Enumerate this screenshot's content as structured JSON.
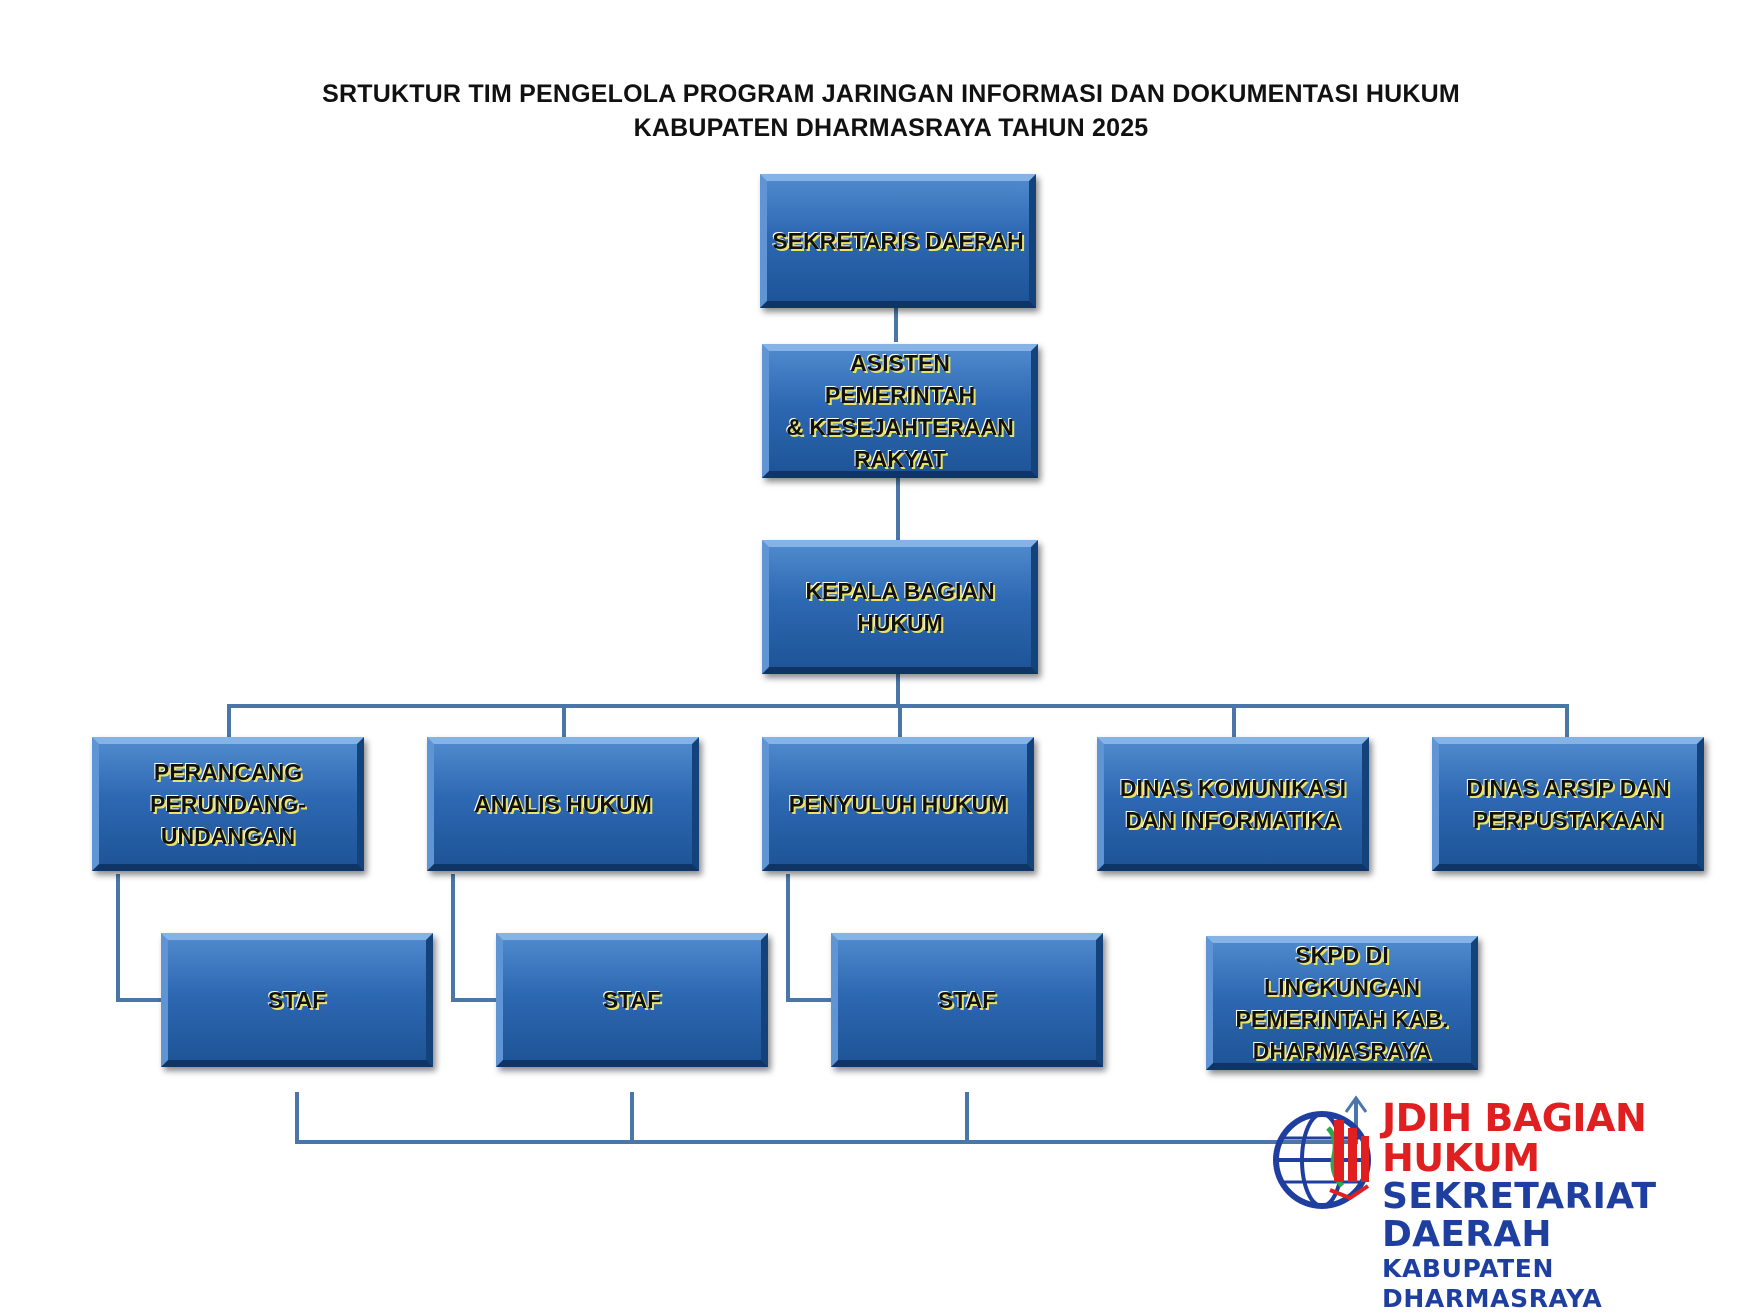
{
  "title": {
    "line1": "SRTUKTUR TIM PENGELOLA PROGRAM JARINGAN INFORMASI DAN DOKUMENTASI HUKUM",
    "line2": "KABUPATEN DHARMASRAYA TAHUN 2025"
  },
  "nodes": {
    "sekretaris": "SEKRETARIS DAERAH",
    "asisten": "ASISTEN PEMERINTAH\n& KESEJAHTERAAN\nRAKYAT",
    "kabag": "KEPALA BAGIAN\nHUKUM",
    "perancang": "PERANCANG\nPERUNDANG-\nUNDANGAN",
    "analis": "ANALIS HUKUM",
    "penyuluh": "PENYULUH HUKUM",
    "kominfo": "DINAS KOMUNIKASI\nDAN INFORMATIKA",
    "arsip": "DINAS ARSIP DAN\nPERPUSTAKAAN",
    "staf1": "STAF",
    "staf2": "STAF",
    "staf3": "STAF",
    "skpd": "SKPD DI LINGKUNGAN\nPEMERINTAH KAB.\nDHARMASRAYA"
  },
  "logo": {
    "line1": "JDIH BAGIAN HUKUM",
    "line2": "SEKRETARIAT DAERAH",
    "line3": "KABUPATEN DHARMASRAYA",
    "icon": "globe-jdih-icon",
    "colors": {
      "red": "#e02020",
      "blue": "#1f3fa0"
    }
  },
  "colors": {
    "box": "#2d68b2",
    "connector": "#4a76a8",
    "text_glow": "#e9e36a"
  }
}
